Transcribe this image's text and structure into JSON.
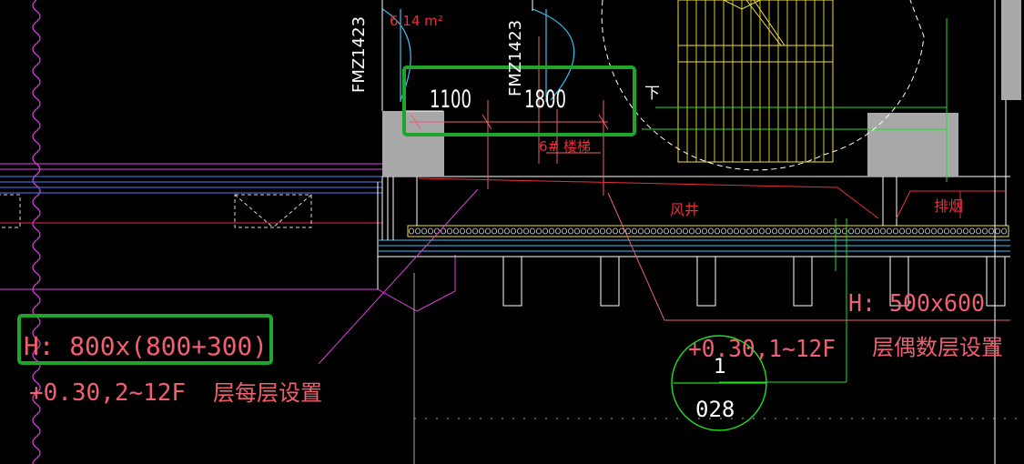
{
  "colors": {
    "background": "#000000",
    "white": "#ffffff",
    "magenta": "#e040e0",
    "pinkRed": "#f06070",
    "red": "#e8303a",
    "yellow": "#f0e040",
    "green": "#20e020",
    "highlightGreen": "#1ea52a",
    "cyan": "#40c0f0",
    "blueLine": "#5080ff",
    "gray": "#a8a8a8",
    "lightGray": "#d8d8d8"
  },
  "labels": {
    "door_left": "FMZ1423",
    "door_right": "FMZ1423",
    "dim_left": "1100",
    "dim_right": "1800",
    "area": "6.14 m²",
    "stair_name": "6# 楼梯",
    "down_arrow": "下",
    "air_shaft": "风井",
    "smoke_exhaust": "排烟",
    "left_size": "H: 800x(800+300)",
    "left_elevation": "+0.30,2~12F",
    "left_note": "层每层设置",
    "right_size": "H: 500x600",
    "right_elevation": "+0.30,1~12F",
    "right_note": "层偶数层设置",
    "circle_top": "1",
    "circle_number": "028"
  }
}
